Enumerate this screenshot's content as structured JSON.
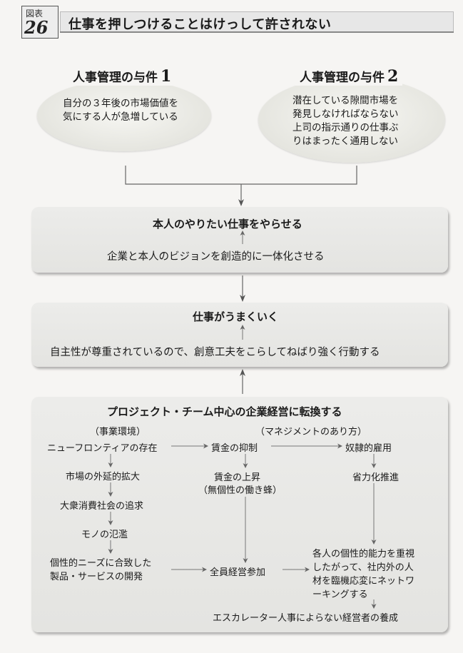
{
  "header": {
    "figure_label": "図表",
    "figure_number": "26",
    "title": "仕事を押しつけることはけっして許されない"
  },
  "requirement1": {
    "title": "人事管理の与件",
    "number": "1",
    "lines": [
      "自分の３年後の市場価値を",
      "気にする人が急増している"
    ]
  },
  "requirement2": {
    "title": "人事管理の与件",
    "number": "2",
    "lines": [
      "潜在している隙間市場を",
      "発見しなければならない",
      "上司の指示通りの仕事ぶ",
      "りはまったく通用しない"
    ]
  },
  "box1": {
    "title": "本人のやりたい仕事をやらせる",
    "text": "企業と本人のビジョンを創造的に一体化させる"
  },
  "box2": {
    "title": "仕事がうまくいく",
    "text": "自主性が尊重されているので、創意工夫をこらしてねばり強く行動する"
  },
  "box3": {
    "title": "プロジェクト・チーム中心の企業経営に転換する",
    "col_left_header": "（事業環境）",
    "col_right_header": "（マネジメントのあり方）",
    "left_items": [
      "ニューフロンティアの存在",
      "市場の外延的拡大",
      "大衆消費社会の追求",
      "モノの氾濫",
      "個性的ニーズに合致した",
      "製品・サービスの開発"
    ],
    "mid_items": [
      "賃金の抑制",
      "賃金の上昇",
      "（無個性の働き蜂）",
      "全員経営参加"
    ],
    "right_items": [
      "奴隷的雇用",
      "省力化推進",
      "各人の個性的能力を重視",
      "したがって、社内外の人",
      "材を臨機応変にネットワ",
      "ーキングする"
    ],
    "bottom": "エスカレーター人事によらない経営者の養成"
  }
}
